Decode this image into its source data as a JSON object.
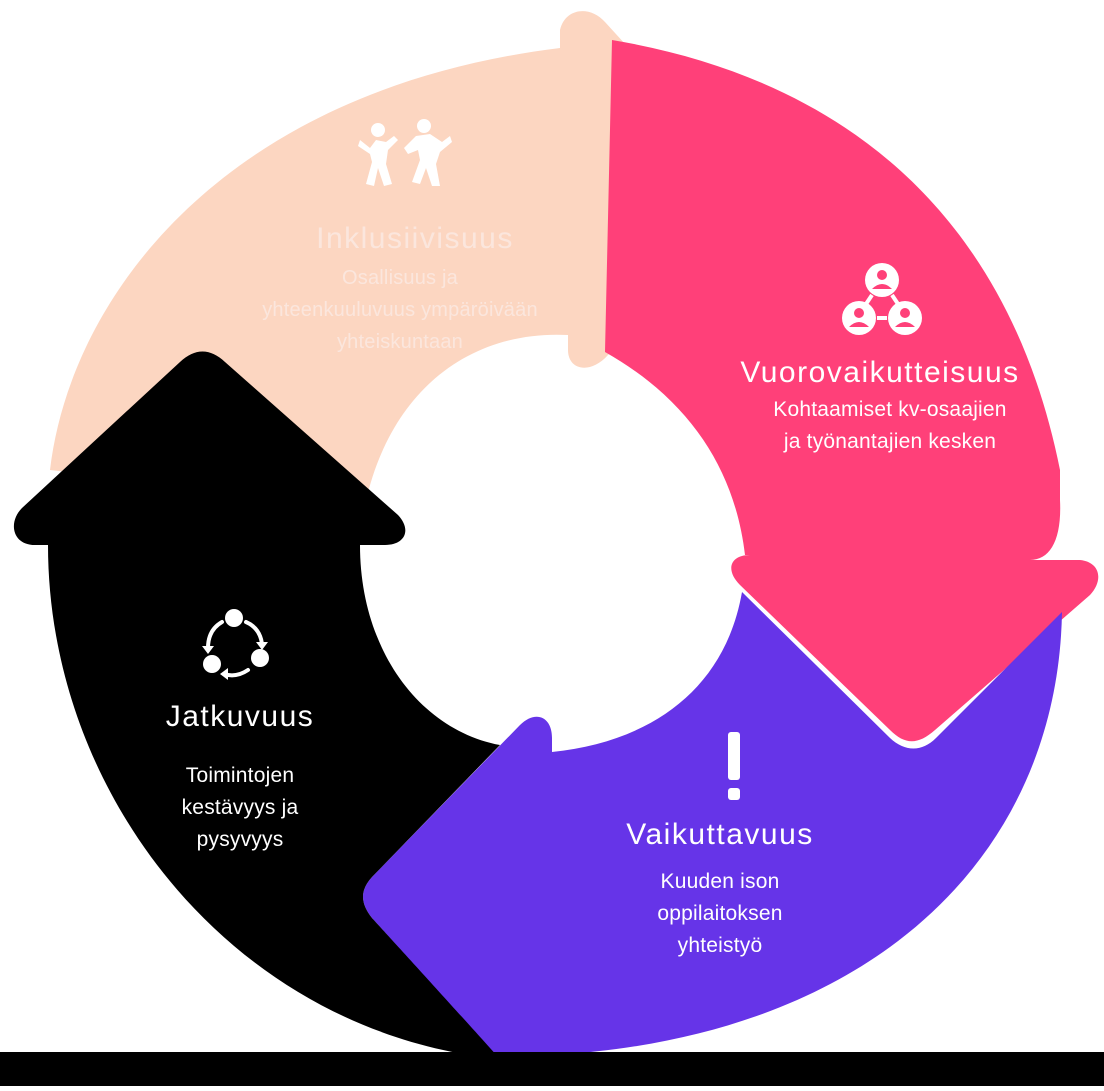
{
  "colors": {
    "inclusion": "#fcd6c1",
    "interaction": "#ff4079",
    "impact": "#6634e8",
    "continuity": "#000000",
    "background": "#ffffff"
  },
  "segments": [
    {
      "key": "inclusion",
      "title": "Inklusiivisuus",
      "description_lines": [
        "Osallisuus ja",
        "yhteenkuuluvuus ympäröivään",
        "yhteiskuntaan"
      ],
      "icon": "dancing-people-icon"
    },
    {
      "key": "interaction",
      "title": "Vuorovaikutteisuus",
      "description_lines": [
        "Kohtaamiset kv-osaajien",
        "ja työnantajien kesken"
      ],
      "icon": "network-people-icon"
    },
    {
      "key": "impact",
      "title": "Vaikuttavuus",
      "description_lines": [
        "Kuuden ison",
        "oppilaitoksen",
        "yhteistyö"
      ],
      "icon": "exclamation-icon"
    },
    {
      "key": "continuity",
      "title": "Jatkuvuus",
      "description_lines": [
        "Toimintojen",
        "kestävyys ja",
        "pysyvyys"
      ],
      "icon": "cycle-arrows-icon"
    }
  ]
}
